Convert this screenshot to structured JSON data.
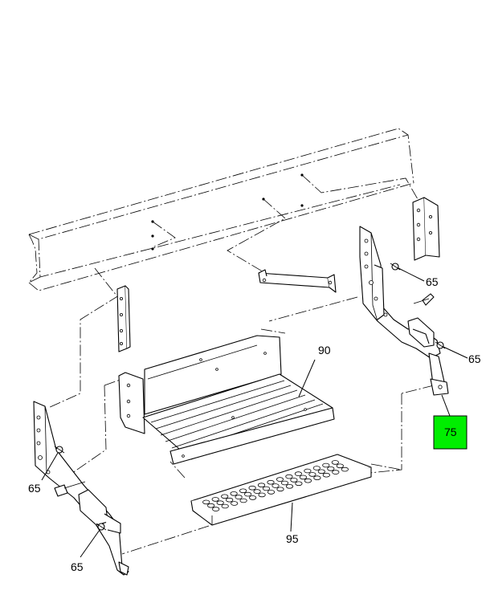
{
  "callouts": {
    "c65_upper": "65",
    "c65_mid": "65",
    "c65_left": "65",
    "c65_bottom": "65",
    "c90": "90",
    "c95": "95",
    "c75": "75"
  },
  "colors": {
    "highlight": "#00ee00",
    "line": "#000000",
    "background": "#ffffff"
  }
}
